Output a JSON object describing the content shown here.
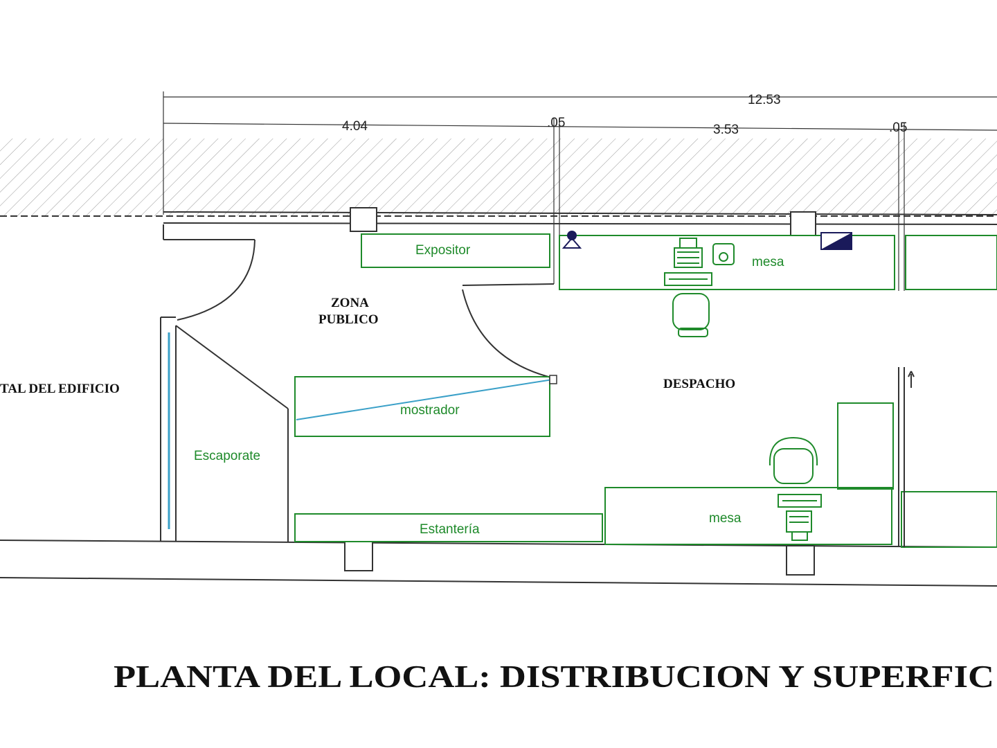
{
  "dimensions": {
    "total": "12.53",
    "segment_a": "4.04",
    "segment_b": ".05",
    "segment_c": "3.53",
    "segment_d": ".05"
  },
  "rooms": {
    "zona_publico_line1": "ZONA",
    "zona_publico_line2": "PUBLICO",
    "despacho": "DESPACHO",
    "portal": "TAL DEL EDIFICIO"
  },
  "furniture": {
    "expositor": "Expositor",
    "mesa_top": "mesa",
    "mostrador": "mostrador",
    "escaparate": "Escaporate",
    "estanteria": "Estantería",
    "mesa_bottom": "mesa"
  },
  "title": "PLANTA DEL LOCAL: DISTRIBUCION Y SUPERFIC",
  "colors": {
    "furniture": "#1e8a2a",
    "walls": "#333333",
    "glass": "#3aa0c8"
  }
}
